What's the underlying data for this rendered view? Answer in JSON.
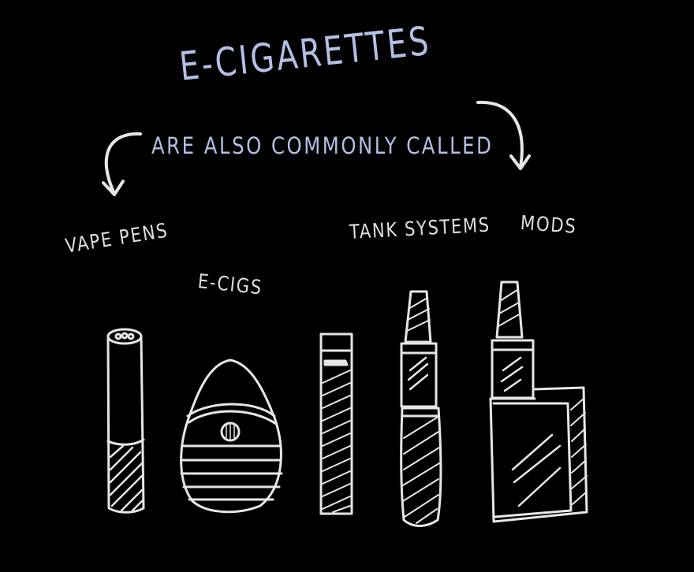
{
  "title": "E-CIGARETTES",
  "subtitle": "ARE ALSO COMMONLY CALLED",
  "items": [
    {
      "label": "VAPE PENS"
    },
    {
      "label": "E-CIGS"
    },
    {
      "label": "TANK SYSTEMS"
    },
    {
      "label": "MODS"
    }
  ],
  "colors": {
    "background": "#000000",
    "heading": "#b3bfe4",
    "label": "#dedede",
    "drawing": "#e6e6e6"
  },
  "icons": [
    "curved-arrow-left-icon",
    "curved-arrow-right-icon",
    "vape-pen-icon",
    "e-cig-pod-icon",
    "e-cig-stick-icon",
    "tank-system-icon",
    "mod-icon"
  ]
}
